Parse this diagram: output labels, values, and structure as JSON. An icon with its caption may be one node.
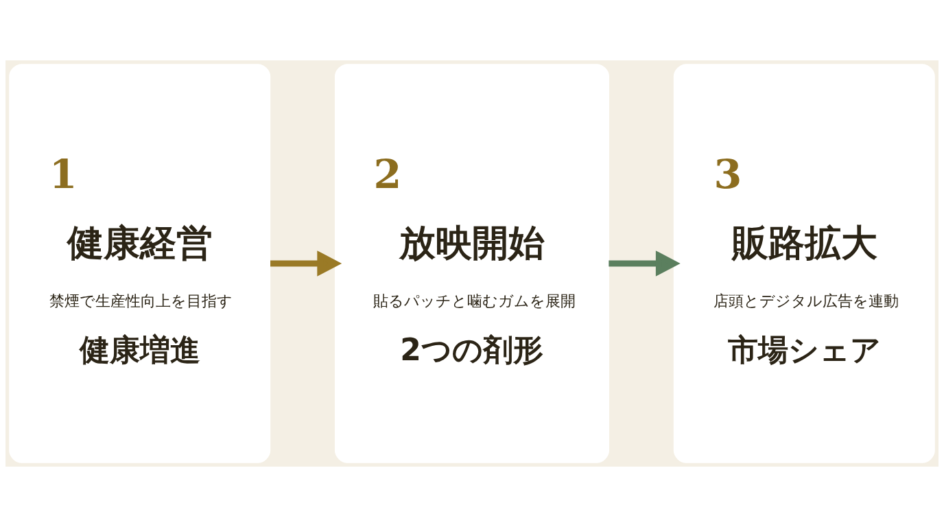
{
  "diagram": {
    "nodes": [
      {
        "text": [
          "1",
          "健康経営",
          "禁煙で生産性向上を目指す",
          "健康増進"
        ]
      },
      {
        "text": [
          "2",
          "放映開始",
          "貼るパッチと噛むガムを展開",
          "2つの剤形"
        ]
      },
      {
        "text": [
          "3",
          "販路拡大",
          "店頭とデジタル広告を連動",
          "市場シェア"
        ]
      }
    ],
    "edges": [
      {
        "from": 0,
        "to": 1,
        "arrow": "to",
        "color": "#9a7a26"
      },
      {
        "from": 1,
        "to": 2,
        "arrow": "to",
        "color": "#5b7f5e"
      }
    ]
  }
}
